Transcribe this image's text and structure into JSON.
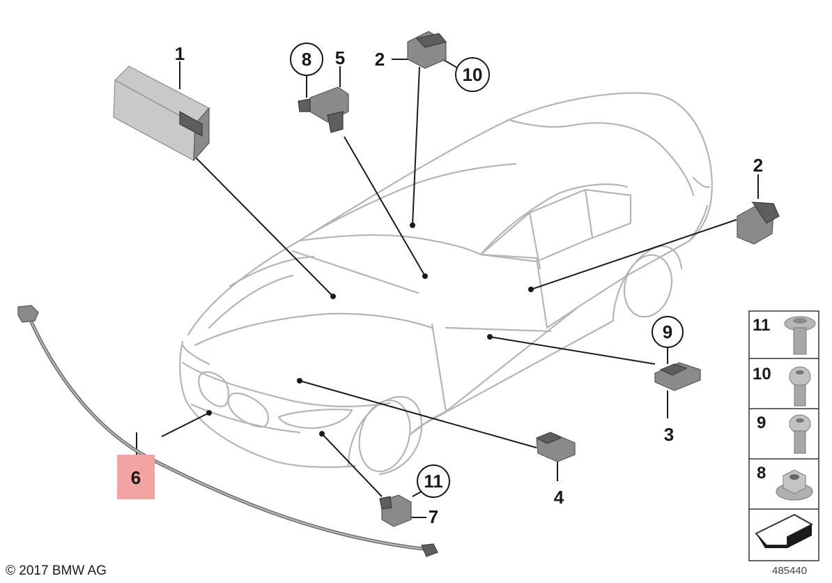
{
  "diagram": {
    "callouts": {
      "c1": "1",
      "c2a": "2",
      "c2b": "2",
      "c3": "3",
      "c4": "4",
      "c5": "5",
      "c6": "6",
      "c7": "7",
      "c8": "8",
      "c9": "9",
      "c10": "10",
      "c11": "11"
    },
    "highlight_color": "#f4a3a3",
    "legend": {
      "rows": [
        {
          "label": "11",
          "icon": "flange-screw-icon"
        },
        {
          "label": "10",
          "icon": "torx-screw-icon"
        },
        {
          "label": "9",
          "icon": "screw-icon"
        },
        {
          "label": "8",
          "icon": "hex-nut-icon"
        }
      ],
      "direction_icon": "forward-arrow-icon"
    }
  },
  "footer": {
    "copyright": "© 2017 BMW AG",
    "part_number": "485440"
  }
}
